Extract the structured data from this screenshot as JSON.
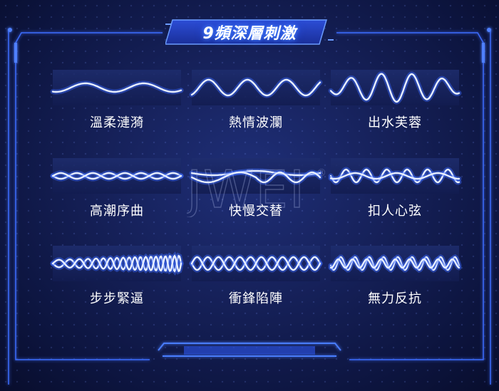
{
  "banner": {
    "title": "9頻深層刺激"
  },
  "watermark": {
    "text": "JWEI",
    "mark": "®"
  },
  "modes": [
    {
      "label": "溫柔漣漪",
      "wave": "gentle-ripple"
    },
    {
      "label": "熱情波瀾",
      "wave": "passionate-wave"
    },
    {
      "label": "出水芙蓉",
      "wave": "rising-lotus"
    },
    {
      "label": "高潮序曲",
      "wave": "climax-prelude"
    },
    {
      "label": "快慢交替",
      "wave": "fast-slow-alternate"
    },
    {
      "label": "扣人心弦",
      "wave": "heart-string"
    },
    {
      "label": "步步緊逼",
      "wave": "step-by-step"
    },
    {
      "label": "衝鋒陷陣",
      "wave": "charge-forward"
    },
    {
      "label": "無力反抗",
      "wave": "powerless-resist"
    }
  ],
  "colors": {
    "glow": "#3b6bff",
    "line": "#e8efff",
    "frame": "#3d6dff"
  }
}
